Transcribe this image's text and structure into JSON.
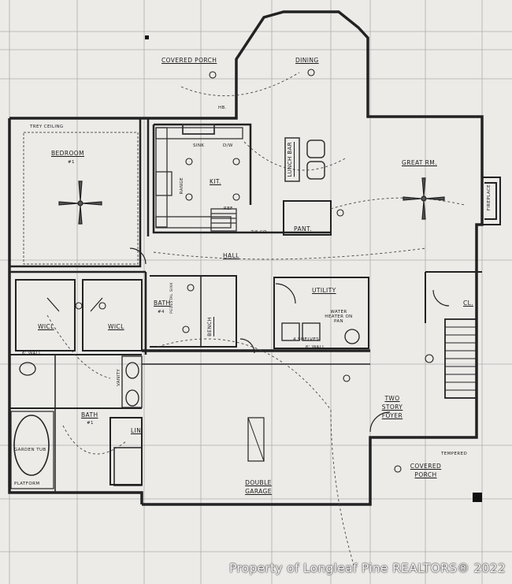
{
  "rooms": {
    "covered_porch_rear": "COVERED PORCH",
    "dining": "DINING",
    "bedroom": "BEDROOM",
    "bedroom_num": "#1",
    "trey_ceiling": "TREY CEILING",
    "kitchen": "KIT.",
    "sink": "SINK",
    "dw": "D/W",
    "range": "RANGE",
    "ref": "REF",
    "lunch_bar": "LUNCH BAR",
    "pantry": "PANT.",
    "great_room": "GREAT RM.",
    "fireplace": "FIREPLACE",
    "hall": "HALL",
    "wicl_1": "WICL",
    "wicl_2": "WICL",
    "bath_4": "BATH",
    "bath_4_num": "#4",
    "pedestal_sink": "PEDESTAL SINK",
    "bench": "BENCH",
    "utility": "UTILITY",
    "water_heater": "WATER HEATER ON PAN",
    "shelves": "4 SHELVES",
    "wall_note_utility": "6' WALL",
    "closet": "CL.",
    "wall_note_bath": "6' WALL",
    "vanity": "VANITY",
    "bath_1": "BATH",
    "bath_1_num": "#1",
    "linen": "LIN",
    "garden_tub": "GARDEN TUB",
    "platform": "PLATFORM",
    "double_garage": "DOUBLE GARAGE",
    "two_story_foyer": "TWO STORY FOYER",
    "covered_porch_front": "COVERED PORCH",
    "tempered": "TEMPERED",
    "hb": "HB.",
    "ceiling_note": "7'8 CO."
  },
  "watermark": "Property of Longleaf Pine REALTORS® 2022"
}
